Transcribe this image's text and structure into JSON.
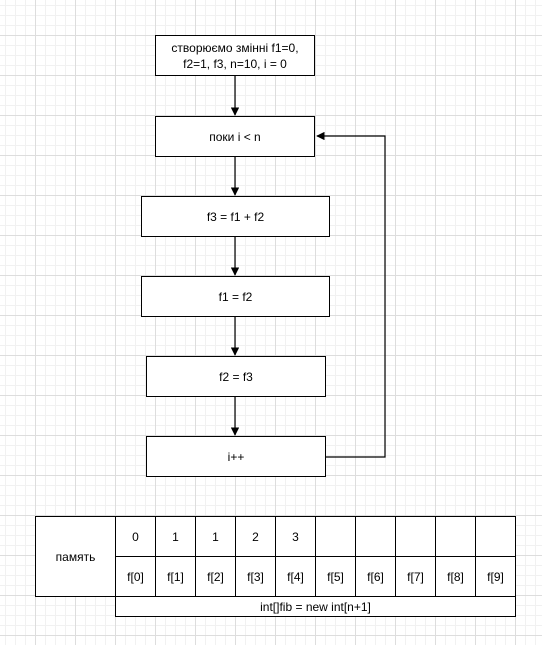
{
  "flowchart": {
    "init": [
      "створюємо змінні f1=0,",
      "f2=1, f3, n=10, i = 0"
    ],
    "loop_condition": "поки i < n",
    "step_f3": "f3 = f1 + f2",
    "step_f1": "f1 = f2",
    "step_f2": "f2 = f3",
    "step_increment": "i++"
  },
  "memory_table": {
    "row_label": "память",
    "values": [
      "0",
      "1",
      "1",
      "2",
      "3",
      "",
      "",
      "",
      "",
      ""
    ],
    "indices": [
      "f[0]",
      "f[1]",
      "f[2]",
      "f[3]",
      "f[4]",
      "f[5]",
      "f[6]",
      "f[7]",
      "f[8]",
      "f[9]"
    ],
    "declaration": "int[]fib = new int[n+1]"
  }
}
